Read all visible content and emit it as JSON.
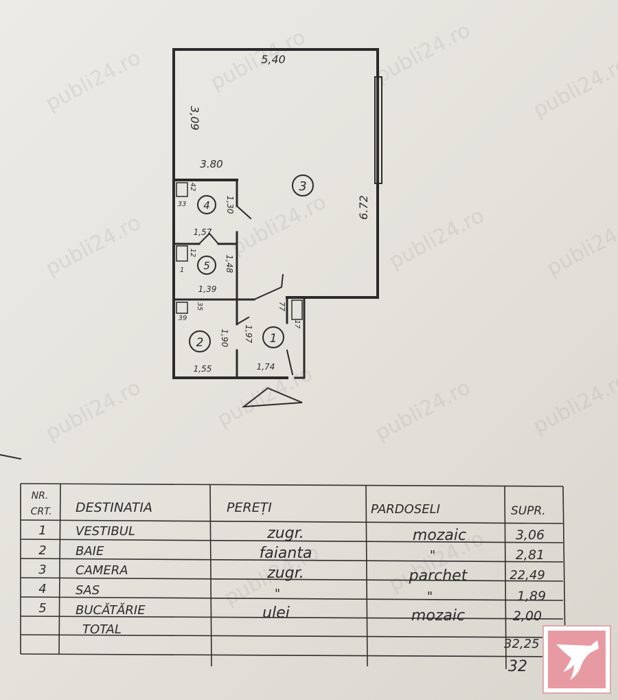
{
  "watermark_text": "publi24.ro",
  "plan": {
    "dimensions": [
      "5,40",
      "3,09",
      "3.80",
      "6.72",
      "1,30",
      "1,57",
      "1,48",
      "1,39",
      "1,90",
      "1,97",
      "1,55",
      "1,74",
      "77",
      "33",
      "12",
      "1",
      "39",
      "35",
      "42",
      "17"
    ],
    "rooms": [
      "1",
      "2",
      "3",
      "4",
      "5"
    ]
  },
  "table": {
    "headers": {
      "nr_line1": "NR.",
      "nr_line2": "CRT.",
      "destinatia": "DESTINATIA",
      "pereti": "PEREȚI",
      "pardoseli": "PARDOSELI",
      "supr": "SUPR."
    },
    "rows": [
      {
        "nr": "1",
        "destinatia": "VESTIBUL",
        "pereti": "zugr.",
        "pardoseli": "mozaic",
        "supr": "3,06"
      },
      {
        "nr": "2",
        "destinatia": "BAIE",
        "pereti": "faianta",
        "pardoseli": "\"",
        "supr": "2,81"
      },
      {
        "nr": "3",
        "destinatia": "CAMERA",
        "pereti": "zugr.",
        "pardoseli": "parchet",
        "supr": "22,49"
      },
      {
        "nr": "4",
        "destinatia": "SAS",
        "pereti": "\"",
        "pardoseli": "\"",
        "supr": "1,89"
      },
      {
        "nr": "5",
        "destinatia": "BUCĂTĂRIE",
        "pereti": "ulei",
        "pardoseli": "mozaic",
        "supr": "2,00"
      }
    ],
    "total_label": "TOTAL",
    "total_value": "32,25",
    "total_value_2": "32"
  },
  "colors": {
    "ink": "#2b2b2b",
    "paper": "#e6e3dc",
    "logo": "#e89aa3"
  }
}
